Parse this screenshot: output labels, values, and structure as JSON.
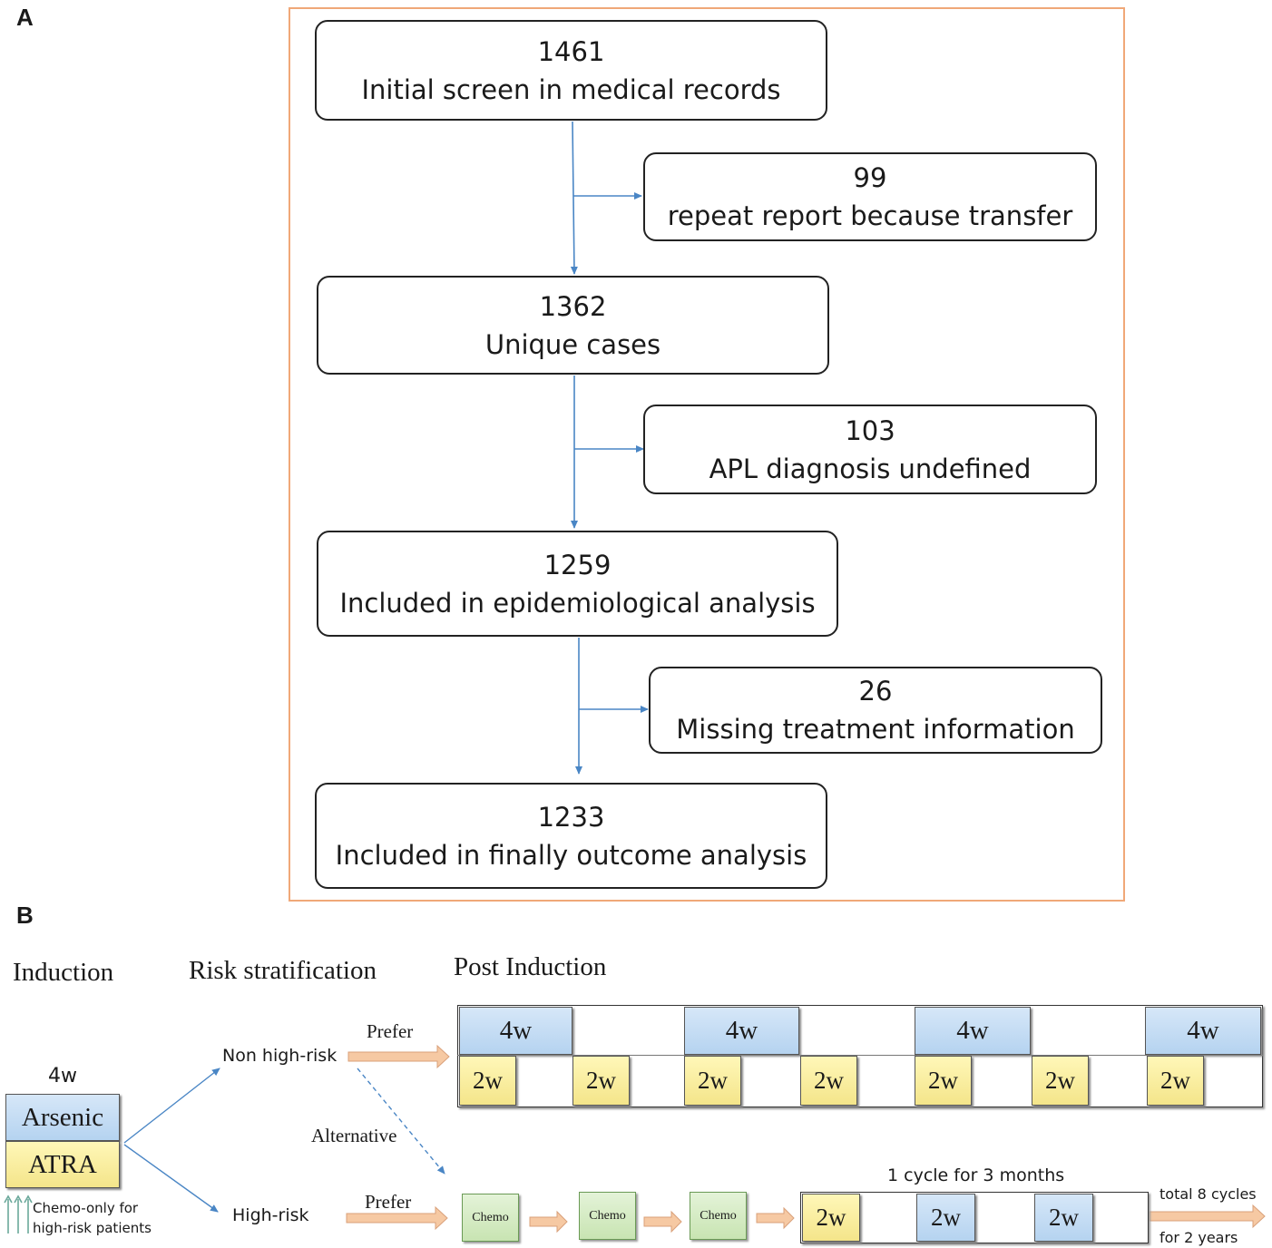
{
  "panel_a": {
    "letter": "A",
    "boxes": [
      {
        "count": "1461",
        "label": "Initial screen in medical records"
      },
      {
        "count": "99",
        "label": "repeat report because transfer"
      },
      {
        "count": "1362",
        "label": "Unique cases"
      },
      {
        "count": "103",
        "label": "APL diagnosis undefined"
      },
      {
        "count": "1259",
        "label": "Included in epidemiological analysis"
      },
      {
        "count": "26",
        "label": "Missing treatment information"
      },
      {
        "count": "1233",
        "label": "Included in finally outcome analysis"
      }
    ]
  },
  "panel_b": {
    "letter": "B",
    "headers": {
      "induction": "Induction",
      "risk": "Risk stratification",
      "post": "Post Induction"
    },
    "induction": {
      "duration": "4w",
      "drug1": "Arsenic",
      "drug2": "ATRA",
      "note_line1": "Chemo-only for",
      "note_line2": "high-risk patients"
    },
    "risk": {
      "non_high": "Non high-risk",
      "high": "High-risk",
      "prefer": "Prefer",
      "alternative": "Alternative"
    },
    "non_high_row": {
      "arsenic_blocks": [
        "4w",
        "4w",
        "4w",
        "4w"
      ],
      "atra_blocks": [
        "2w",
        "2w",
        "2w",
        "2w",
        "2w",
        "2w",
        "2w"
      ]
    },
    "high_row": {
      "chemo": [
        "Chemo",
        "Chemo",
        "Chemo"
      ],
      "cycle_label": "1 cycle for 3 months",
      "blocks": [
        "2w",
        "2w",
        "2w"
      ],
      "total_line1": "total 8 cycles",
      "total_line2": "for 2 years"
    }
  },
  "colors": {
    "frame": "#f0a878",
    "connector": "#4a86c5",
    "arsenic": "#c6ddf4",
    "atra": "#f8ec9e",
    "chemo": "#d4ebc4",
    "arrow": "#f6c9a3"
  }
}
